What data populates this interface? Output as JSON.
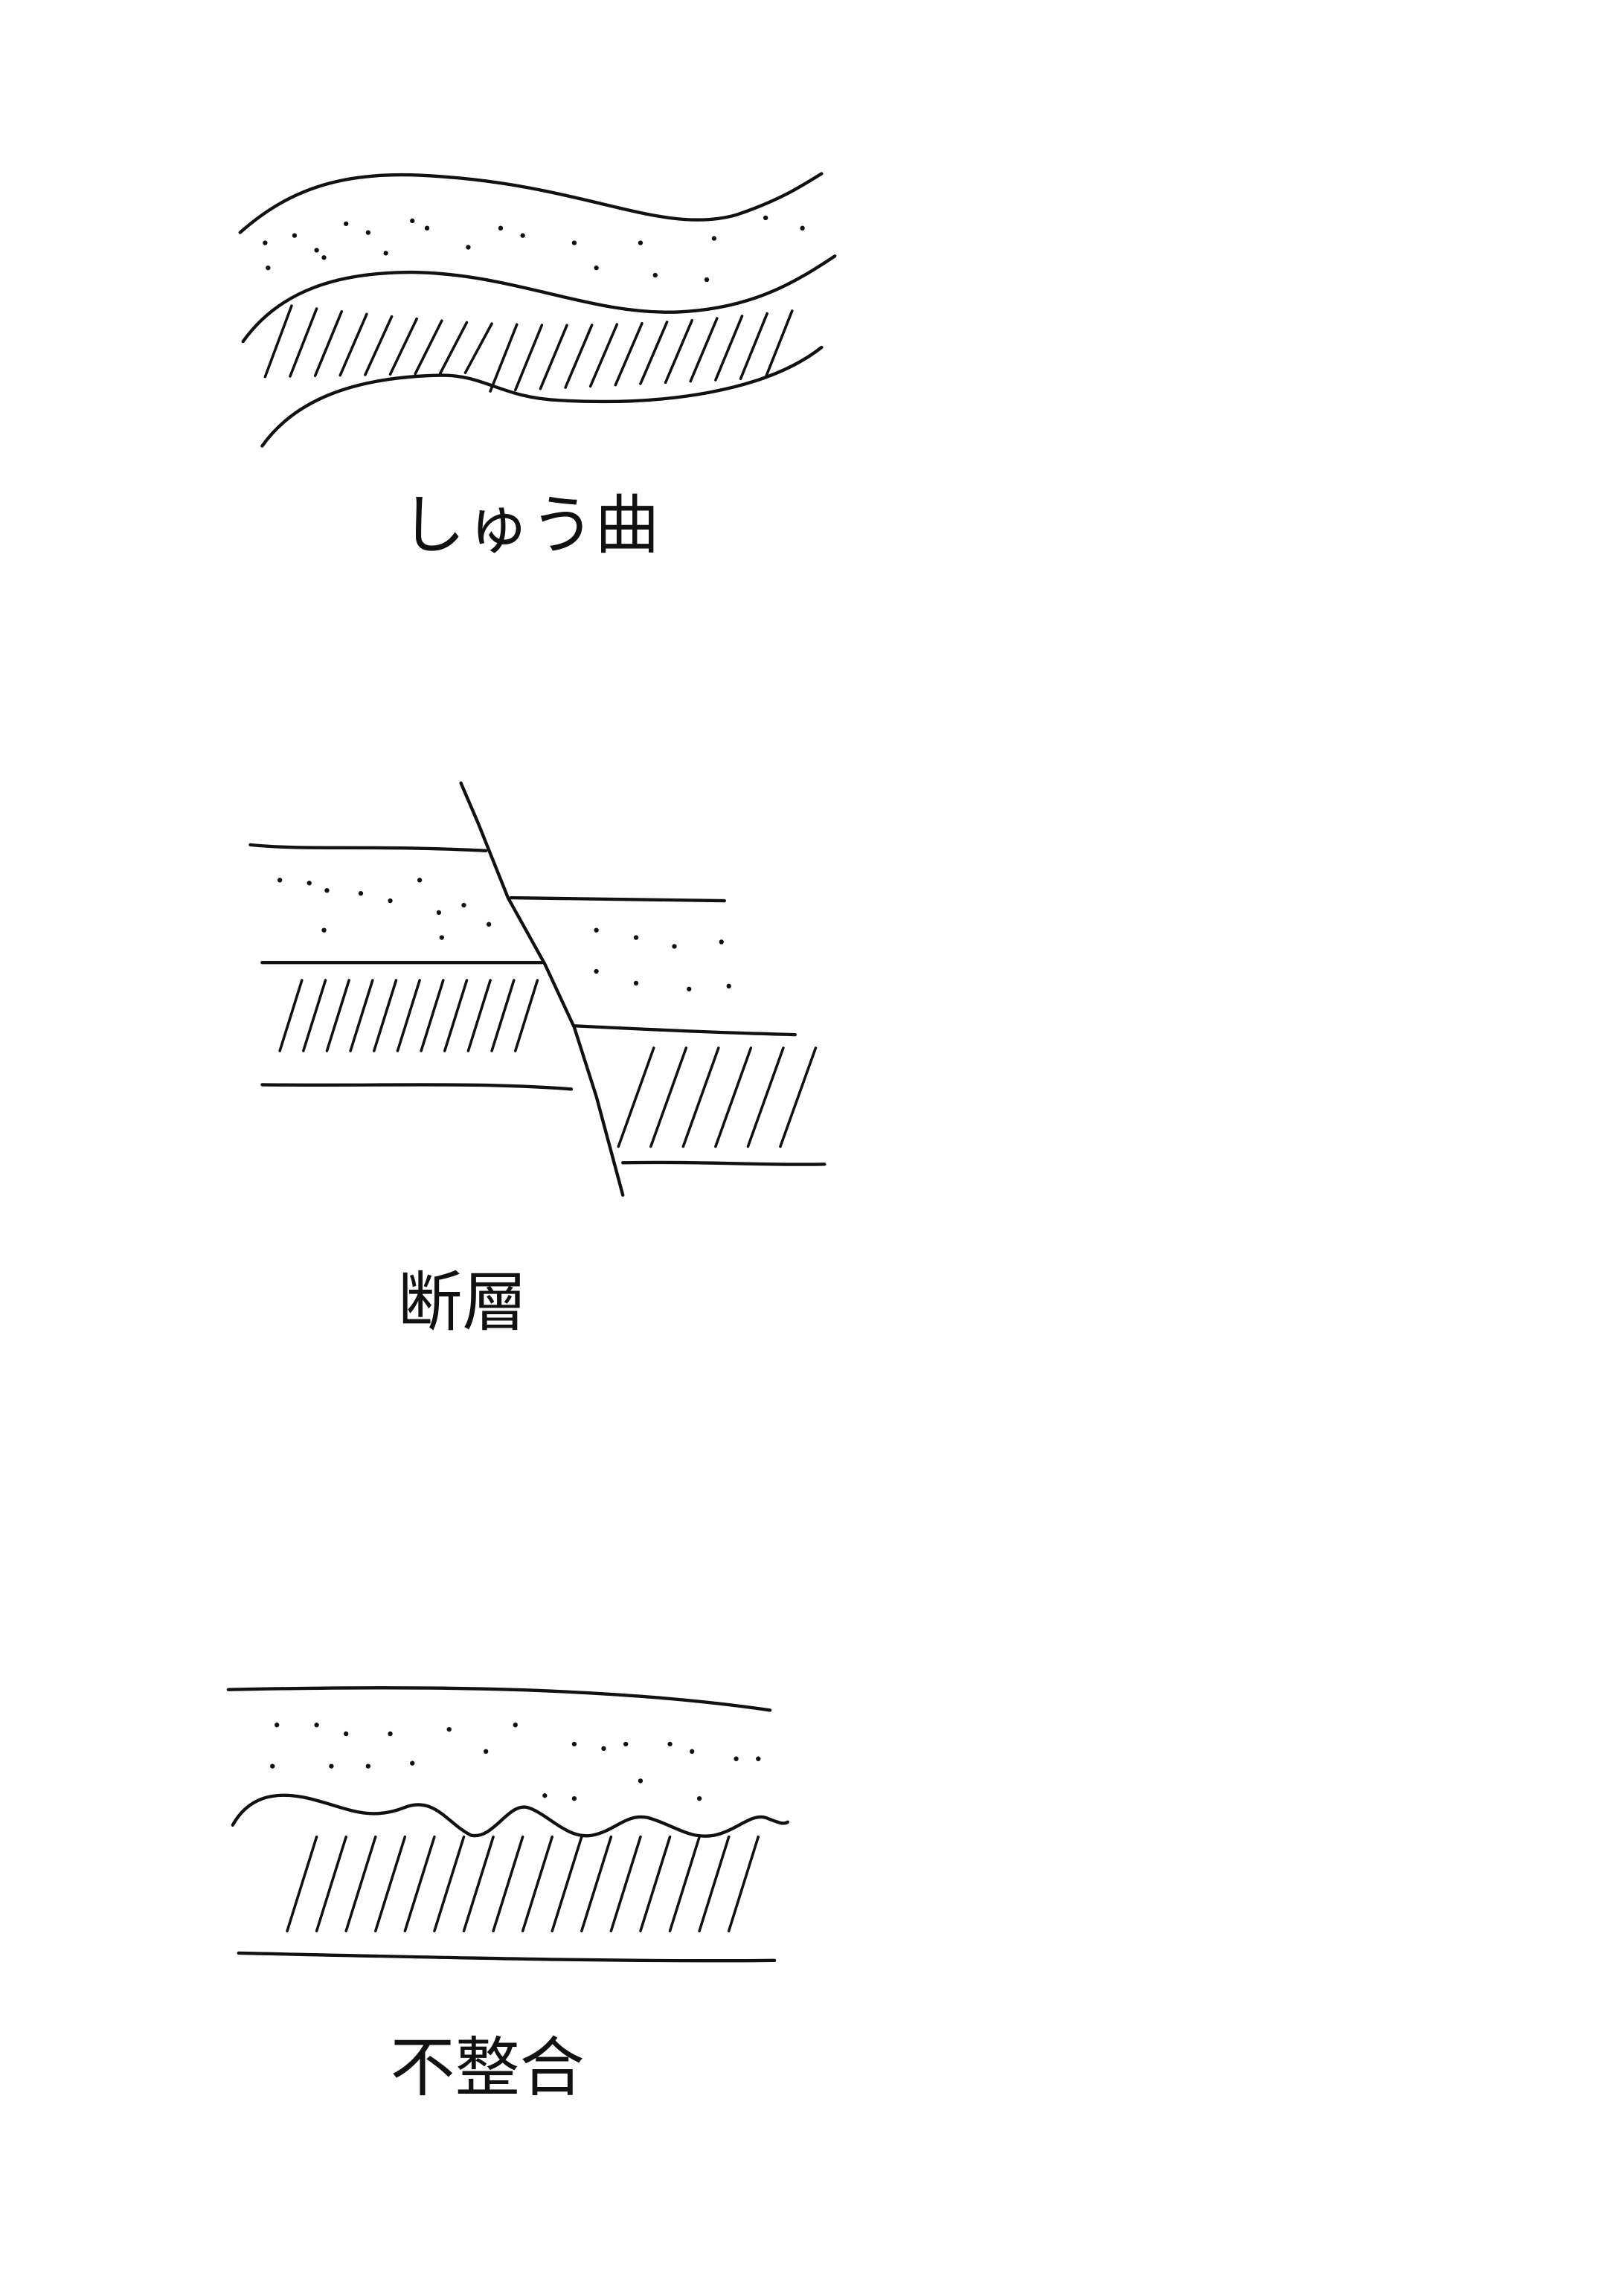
{
  "diagrams": [
    {
      "label": "しゅう曲"
    },
    {
      "label": "断層"
    },
    {
      "label": "不整合"
    }
  ],
  "colors": {
    "ink": "#111111",
    "background": "#ffffff"
  }
}
